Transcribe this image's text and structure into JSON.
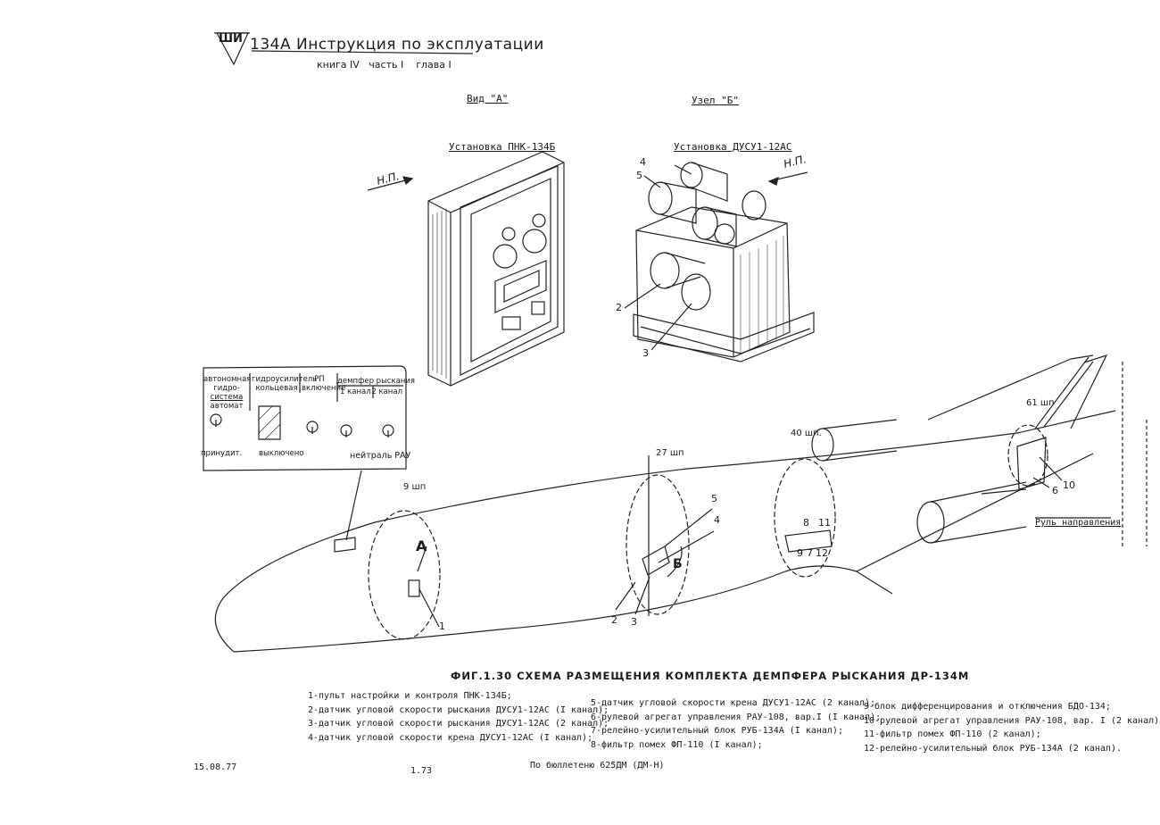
{
  "header": {
    "logo": "ШИ",
    "title": "134А  Инструкция по эксплуатации",
    "subtitle_book": "книга IV",
    "subtitle_part": "часть I",
    "subtitle_chapter": "глава I"
  },
  "views": {
    "view_a": "Вид \"А\"",
    "node_b": "Узел \"Б\"",
    "install_pnk": "Установка ПНК-134Б",
    "install_dusu": "Установка ДУСУ1-12АС",
    "np_left": "Н.П.",
    "np_right": "Н.П."
  },
  "control_panel": {
    "col1": [
      "автономная",
      "гидро-",
      "система",
      "автомат"
    ],
    "col2": [
      "гидроусилитель",
      "кольцевая"
    ],
    "col3": [
      "РП",
      "включение"
    ],
    "col4": [
      "демпфер рыскания",
      "1 канал",
      "2 канал"
    ],
    "bottom_left": "принудит.",
    "bottom_mid": "выключено",
    "bottom_right": "нейтраль РАУ"
  },
  "frames": {
    "f9": "9 шп",
    "f27": "27 шп",
    "f40": "40 шп.",
    "f61": "61 шп"
  },
  "callouts": {
    "a_marker": "А",
    "b_marker": "Б",
    "n1": "1",
    "n2": "2",
    "n3": "3",
    "n4": "4",
    "n5": "5",
    "n6": "6",
    "n7": "7",
    "n8": "8",
    "n9": "9",
    "n10": "10",
    "n11": "11",
    "n12": "12",
    "rudder": "Руль направления"
  },
  "figure_title": "ФИГ.1.30  СХЕМА  РАЗМЕЩЕНИЯ  КОМПЛЕКТА  ДЕМПФЕРА  РЫСКАНИЯ  ДР-134М",
  "legend": {
    "col1": [
      "1-пульт настройки и контроля ПНК-134Б;",
      "2-датчик угловой скорости рыскания ДУСУ1-12АС (I канал);",
      "3-датчик угловой скорости рыскания ДУСУ1-12АС (2 канал);",
      "4-датчик угловой скорости крена ДУСУ1-12АС (I канал);"
    ],
    "col2": [
      "5-датчик угловой скорости крена ДУСУ1-12АС (2 канал);",
      "6-рулевой агрегат управления РАУ-108, вар.I (I канал);",
      "7-релейно-усилительный блок РУБ-134А (I канал);",
      "8-фильтр помех ФП-110 (I канал);"
    ],
    "col3": [
      "9-блок дифференцирования и отключения БДО-134;",
      "10-рулевой агрегат управления РАУ-108, вар. I (2 канал);",
      "11-фильтр помех ФП-110 (2 канал);",
      "12-релейно-усилительный блок РУБ-134А (2 канал)."
    ]
  },
  "footer": {
    "date": "15.08.77",
    "page": "1.73",
    "bulletin": "По бюллетеню 625ДМ (ДМ-Н)"
  }
}
